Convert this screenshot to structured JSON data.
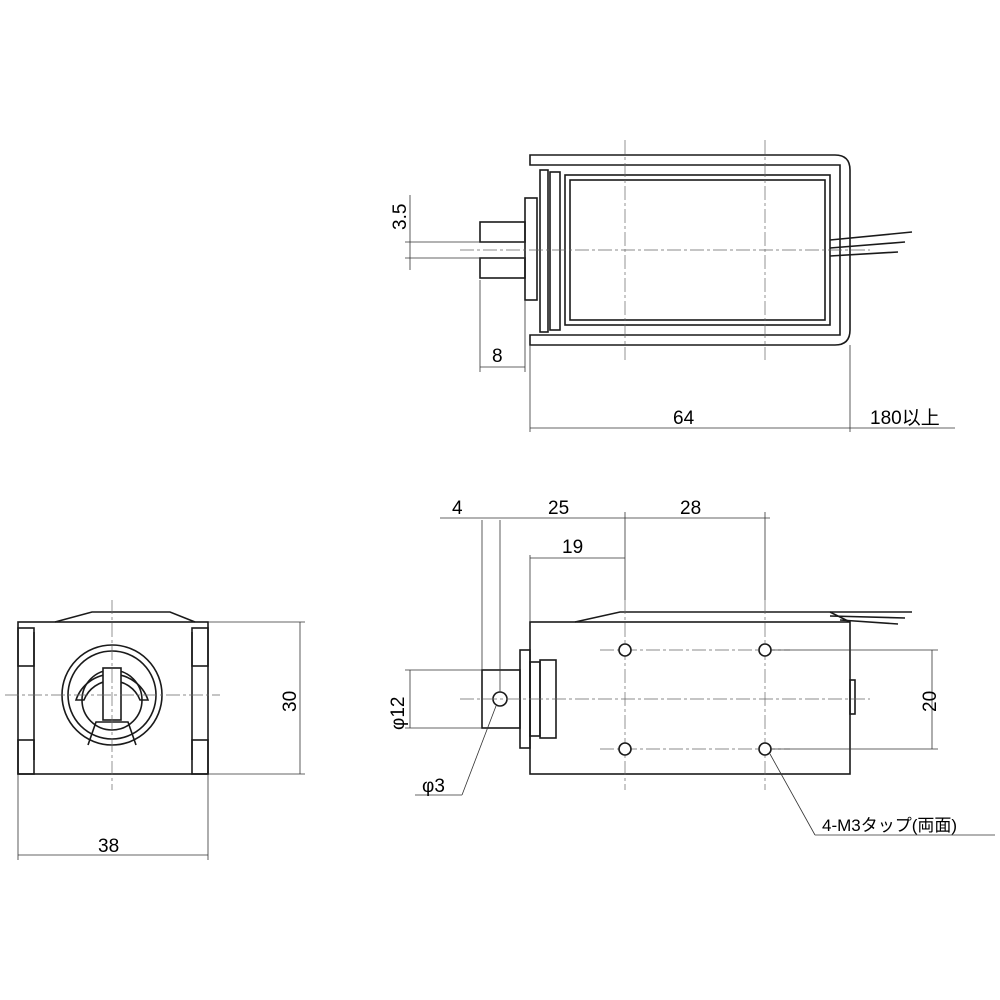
{
  "dimensions": {
    "top_view": {
      "pin_thickness": "3.5",
      "pin_length": "8",
      "body_length": "64",
      "lead_length": "180以上"
    },
    "end_view": {
      "height": "30",
      "width": "38"
    },
    "side_view": {
      "plunger_offset": "4",
      "first_hole_offset": "25",
      "hole_pitch": "28",
      "stroke_offset": "19",
      "plunger_diameter": "φ12",
      "pin_hole_diameter": "φ3",
      "hole_spacing_vertical": "20",
      "tap_note": "4-M3タップ(両面)"
    }
  },
  "colors": {
    "line": "#1a1a1a",
    "background": "#ffffff"
  }
}
